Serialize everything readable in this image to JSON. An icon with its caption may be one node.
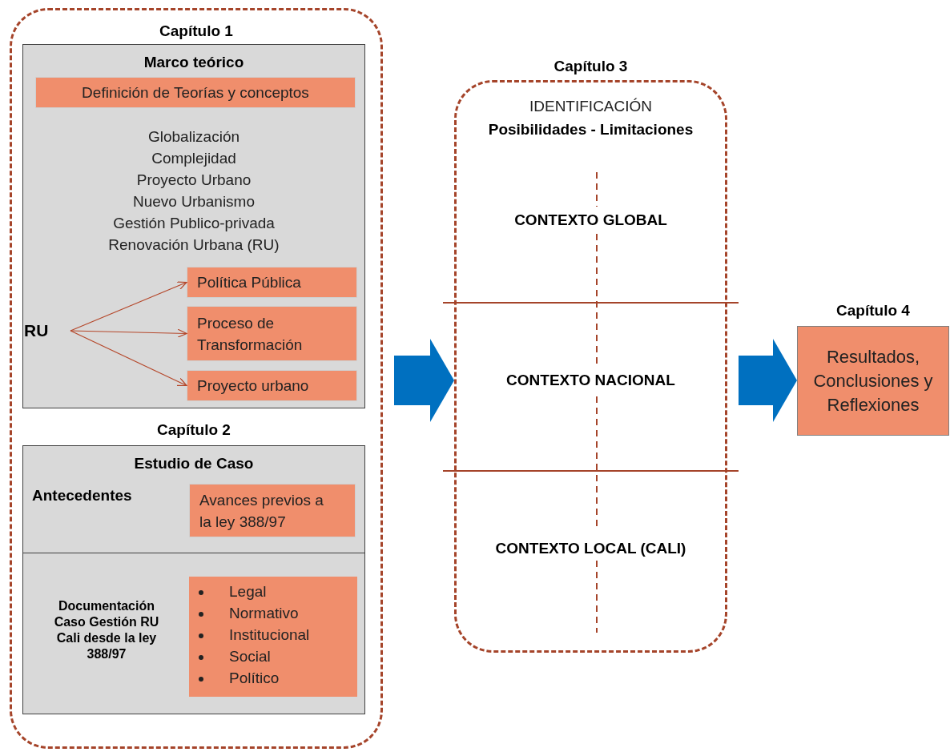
{
  "diagram": {
    "nodes": [
      {
        "text": [
          "Capítulo 1"
        ]
      },
      {
        "text": [
          "Marco teórico",
          "Globalización",
          "Complejidad",
          "Proyecto Urbano",
          "Nuevo Urbanismo",
          "Gestión Publico-privada",
          "Renovación Urbana (RU)"
        ],
        "in": 0
      },
      {
        "text": [
          "Definición de Teorías y conceptos"
        ],
        "in": 1
      },
      {
        "text": [
          "RU"
        ],
        "in": 1
      },
      {
        "text": [
          "Política Pública"
        ],
        "in": 1
      },
      {
        "text": [
          "Proceso de Transformación"
        ],
        "in": 1
      },
      {
        "text": [
          "Proyecto urbano"
        ],
        "in": 1
      },
      {
        "text": [
          "Capítulo 2",
          "Estudio de Caso",
          "Antecedentes",
          "Documentación Caso Gestión RU Cali desde la ley 388/97"
        ],
        "in": 0
      },
      {
        "text": [
          "Avances previos a la ley 388/97"
        ],
        "in": 7
      },
      {
        "text": [
          "Legal",
          "Normativo",
          "Institucional",
          "Social",
          "Político"
        ],
        "in": 7
      },
      {
        "text": [
          "Capítulo 3",
          "IDENTIFICACIÓN",
          "Posibilidades - Limitaciones"
        ]
      },
      {
        "text": [
          "CONTEXTO GLOBAL"
        ],
        "in": 10
      },
      {
        "text": [
          "CONTEXTO NACIONAL"
        ],
        "in": 10
      },
      {
        "text": [
          "CONTEXTO LOCAL (CALI)"
        ],
        "in": 10
      },
      {
        "text": [
          "Capítulo 4",
          "Resultados, Conclusiones y Reflexiones"
        ]
      }
    ],
    "edges": [
      {
        "from": 3,
        "to": 4,
        "arrow": "to"
      },
      {
        "from": 3,
        "to": 5,
        "arrow": "to"
      },
      {
        "from": 3,
        "to": 6,
        "arrow": "to"
      },
      {
        "from": 0,
        "to": 10,
        "arrow": "to",
        "style": "thick",
        "color": "#0070c0"
      },
      {
        "from": 10,
        "to": 14,
        "arrow": "to",
        "style": "thick",
        "color": "#0070c0"
      }
    ]
  }
}
